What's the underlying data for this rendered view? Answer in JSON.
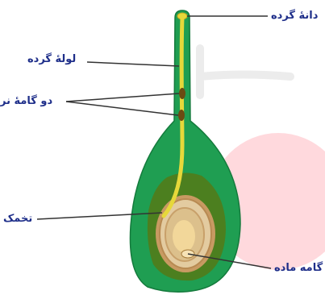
{
  "diagram": {
    "labels": {
      "pollen_grain": "دانهٔ گرده",
      "pollen_tube": "لولهٔ گرده",
      "two_male_gametes": "دو گامهٔ نر",
      "ovule": "تخمک",
      "female_gamete": "گامه ماده"
    },
    "colors": {
      "ovary_outer": "#1f9e52",
      "ovary_edge": "#147a3c",
      "ovary_inner": "#4c7f1f",
      "tube": "#e6d83a",
      "gamete": "#6b4b12",
      "ovule_fill": "#e3cba0",
      "ovule_rim": "#b88a52",
      "egg": "#f2d79a",
      "leader_line": "#333333",
      "label_text": "#1f2f8a",
      "watermark_red": "#ffd9dd",
      "watermark_grey": "#ececec"
    }
  }
}
